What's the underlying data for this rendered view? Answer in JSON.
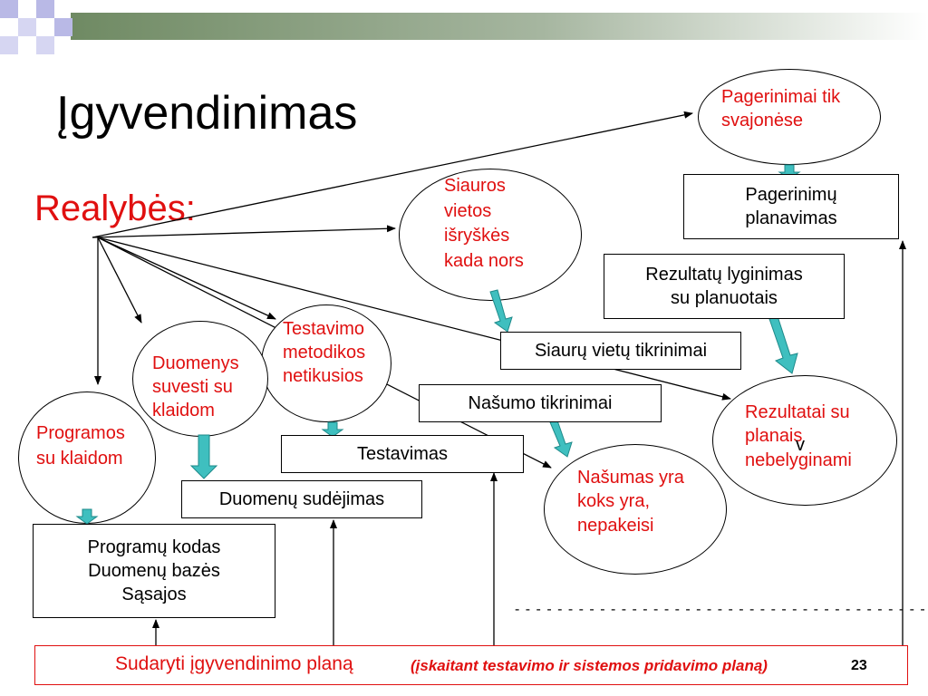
{
  "title": "Įgyvendinimas",
  "subtitle": "Realybės:",
  "ellipses": {
    "pagerinimai": "Pagerinimai tik\nsvajonėse",
    "siauros": "Siauros\nvietos\nišryškės\nkada nors",
    "testavimo": "Testavimo\nmetodikos\nnetikusios",
    "duomenys": "Duomenys\nsuvesti su\nklaidom",
    "programos": "Programos\nsu klaidom",
    "rezultatai": "Rezultatai su\nplanais\nnebelyginami",
    "nasumas": "Našumas yra\nkoks yra,\nnepakeisi"
  },
  "boxes": {
    "pagerinimu_planavimas": "Pagerinimų\nplanavimas",
    "rezultatu_lyginimas": "Rezultatų lyginimas\nsu planuotais",
    "siauru_vietu": "Siaurų vietų tikrinimai",
    "nasumo_tikrinimai": "Našumo tikrinimai",
    "testavimas": "Testavimas",
    "duomenu_sudejimas": "Duomenų sudėjimas",
    "programu_kodas": "Programų kodas\nDuomenų bazės\nSąsajos"
  },
  "bottom": {
    "main": "Sudaryti įgyvendinimo planą",
    "note": "(įskaitant testavimo ir sistemos pridavimo planą)",
    "page_number": "23"
  },
  "stray_char": "v",
  "dashes": "- - - - - - - - - - - - - - - - - - - - - - - - - - - - - - - - - - - - - - -",
  "colors": {
    "accent": "#e01010",
    "teal_arrow": "#3fbfbf",
    "header_green": "#6f8a63",
    "header_purple": "#b9b9e6"
  }
}
